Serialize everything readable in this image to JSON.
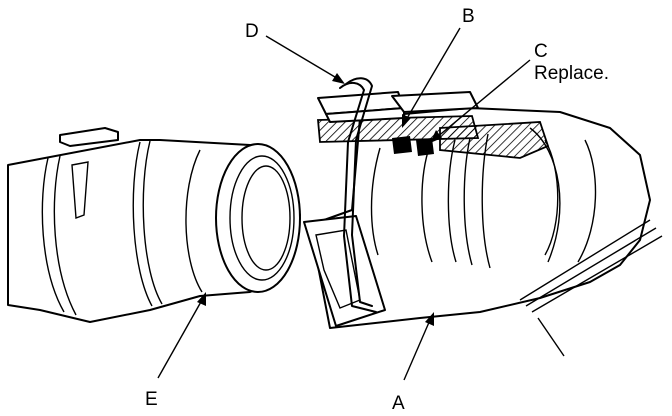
{
  "labels": {
    "a": "A",
    "b": "B",
    "c": "C",
    "c_note": "Replace.",
    "d": "D",
    "e": "E"
  },
  "colors": {
    "ink": "#000000",
    "paper": "#ffffff"
  }
}
